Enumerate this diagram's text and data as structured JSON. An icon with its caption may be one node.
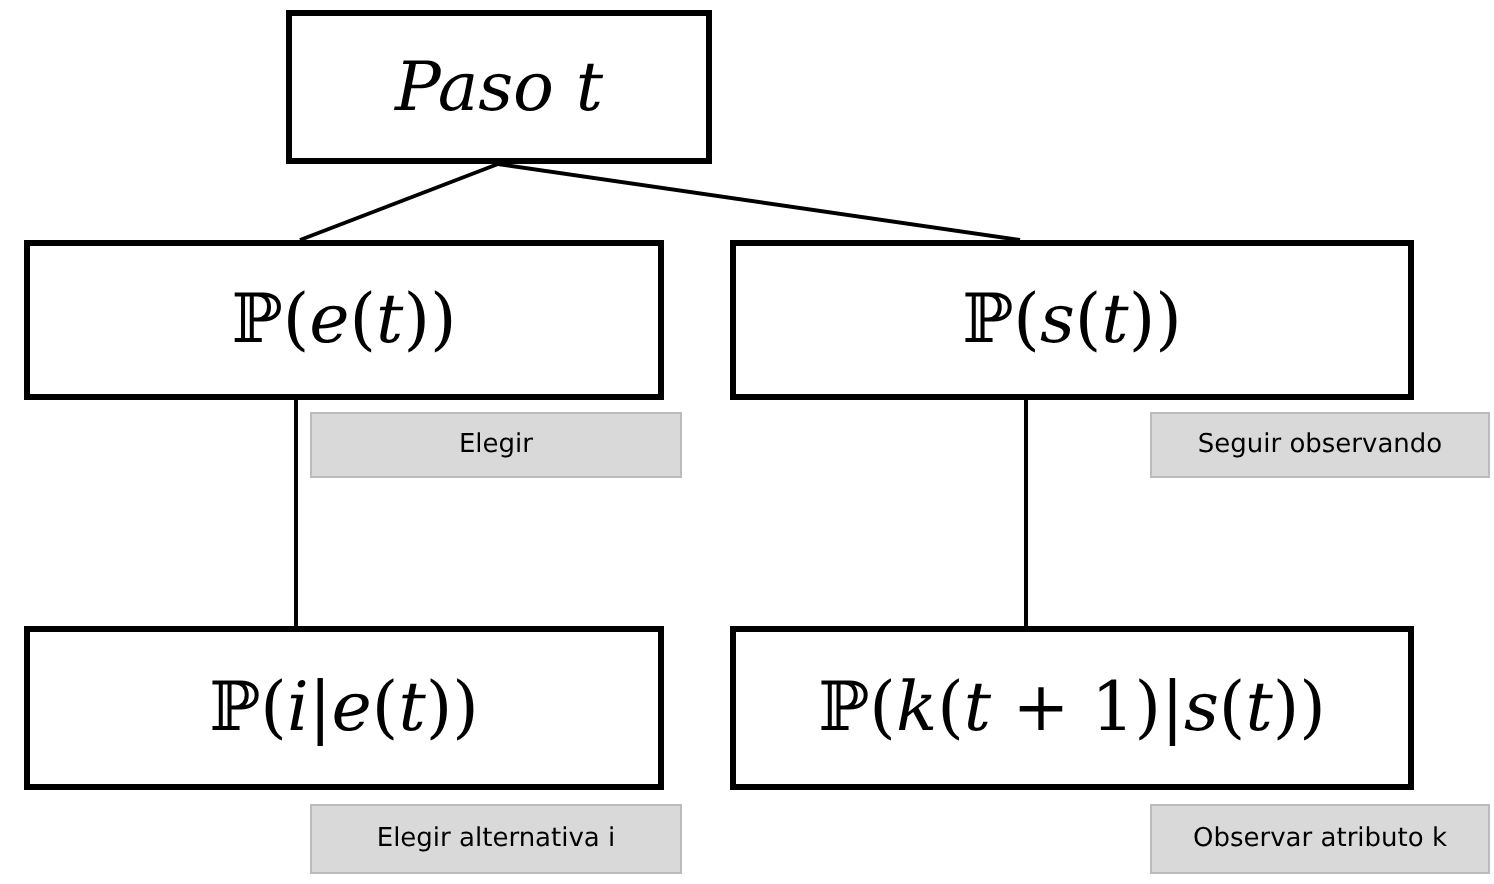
{
  "diagram": {
    "nodes": [
      {
        "text": [
          "Paso t"
        ]
      },
      {
        "text": [
          "ℙ(*e*(*t*))"
        ]
      },
      {
        "text": [
          "Elegir"
        ]
      },
      {
        "text": [
          "ℙ(*s*(*t*))"
        ]
      },
      {
        "text": [
          "Seguir observando"
        ]
      },
      {
        "text": [
          "ℙ(*i*|*e*(*t*))"
        ]
      },
      {
        "text": [
          "Elegir alternativa i"
        ]
      },
      {
        "text": [
          "ℙ(*k*(*t* + 1)|*s*(*t*))"
        ]
      },
      {
        "text": [
          "Observar atributo k"
        ]
      }
    ],
    "edges": [
      {
        "from": 0,
        "to": 1,
        "arrow": "none"
      },
      {
        "from": 0,
        "to": 3,
        "arrow": "none"
      },
      {
        "from": 1,
        "to": 5,
        "arrow": "none"
      },
      {
        "from": 3,
        "to": 7,
        "arrow": "none"
      }
    ]
  }
}
